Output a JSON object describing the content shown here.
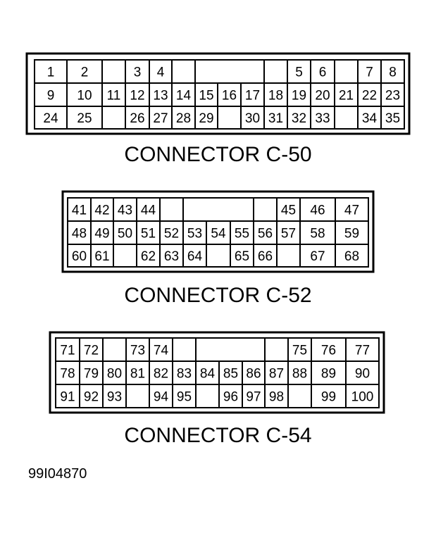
{
  "connectors": [
    {
      "caption": "CONNECTOR C-50",
      "rows": [
        [
          "1",
          "2",
          "",
          "3",
          "4",
          "",
          "",
          "",
          "",
          "",
          "",
          "5",
          "6",
          "",
          "7",
          "8"
        ],
        [
          "9",
          "10",
          "11",
          "12",
          "13",
          "14",
          "15",
          "16",
          "17",
          "18",
          "19",
          "20",
          "21",
          "22",
          "23"
        ],
        [
          "24",
          "25",
          "",
          "26",
          "27",
          "28",
          "29",
          "",
          "30",
          "31",
          "32",
          "33",
          "",
          "34",
          "35"
        ]
      ]
    },
    {
      "caption": "CONNECTOR C-52",
      "rows": [
        [
          "41",
          "42",
          "43",
          "44",
          "",
          "",
          "",
          "",
          "",
          "45",
          "46",
          "47"
        ],
        [
          "48",
          "49",
          "50",
          "51",
          "52",
          "53",
          "54",
          "55",
          "56",
          "57",
          "58",
          "59"
        ],
        [
          "60",
          "61",
          "",
          "62",
          "63",
          "64",
          "",
          "65",
          "66",
          "",
          "67",
          "68"
        ]
      ]
    },
    {
      "caption": "CONNECTOR C-54",
      "rows": [
        [
          "71",
          "72",
          "",
          "73",
          "74",
          "",
          "",
          "",
          "",
          "75",
          "76",
          "77"
        ],
        [
          "78",
          "79",
          "80",
          "81",
          "82",
          "83",
          "84",
          "85",
          "86",
          "87",
          "88",
          "89",
          "90"
        ],
        [
          "91",
          "92",
          "93",
          "",
          "94",
          "95",
          "",
          "96",
          "97",
          "98",
          "",
          "99",
          "100"
        ]
      ]
    }
  ],
  "figure_code": "99I04870",
  "colors": {
    "line": "#000000",
    "background": "#ffffff"
  }
}
